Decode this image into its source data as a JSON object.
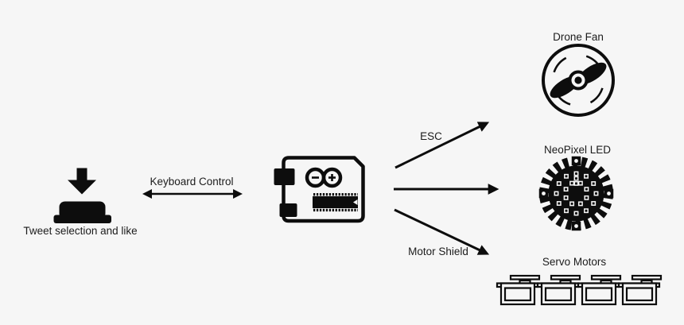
{
  "background_color": "#f6f6f6",
  "ink_color": "#0d0d0d",
  "labels": {
    "tweet": "Tweet selection and like",
    "keyboard_control": "Keyboard Control",
    "esc": "ESC",
    "motor_shield": "Motor Shield",
    "drone_fan": "Drone Fan",
    "neopixel_led": "NeoPixel LED",
    "servo_motors": "Servo Motors"
  },
  "diagram": {
    "nodes": [
      {
        "id": "tweet-button",
        "label": "Tweet selection and like",
        "icon": "button-press-icon"
      },
      {
        "id": "arduino",
        "label": "",
        "icon": "arduino-board-icon"
      },
      {
        "id": "drone-fan",
        "label": "Drone Fan",
        "icon": "propeller-icon"
      },
      {
        "id": "neopixel-led",
        "label": "NeoPixel LED",
        "icon": "led-ring-icon"
      },
      {
        "id": "servo-motors",
        "label": "Servo Motors",
        "icon": "servo-motor-icon",
        "icon_count": 4
      }
    ],
    "edges": [
      {
        "from": "tweet-button",
        "to": "arduino",
        "label": "Keyboard Control",
        "direction": "bidirectional"
      },
      {
        "from": "arduino",
        "to": "drone-fan",
        "label": "ESC",
        "direction": "forward"
      },
      {
        "from": "arduino",
        "to": "neopixel-led",
        "label": "",
        "direction": "forward"
      },
      {
        "from": "arduino",
        "to": "servo-motors",
        "label": "Motor Shield",
        "direction": "forward"
      }
    ]
  }
}
